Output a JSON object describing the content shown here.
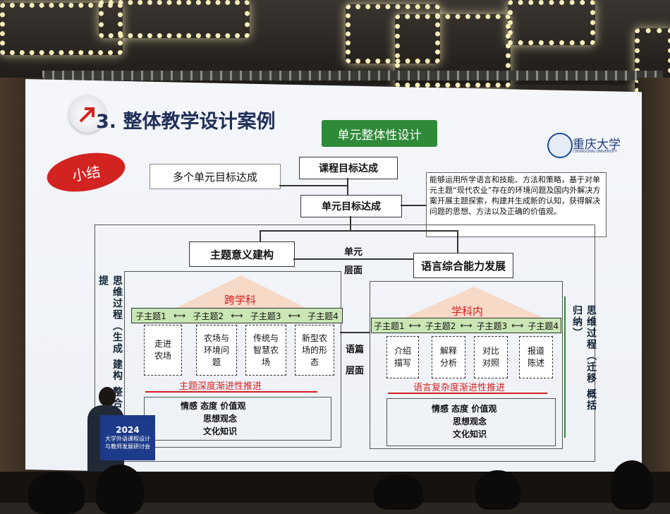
{
  "slide": {
    "title": "3. 整体教学设计案例",
    "subtitle": "单元整体性设计",
    "summary": "小结",
    "logo_cn": "重庆大学",
    "logo_en": "CHONGQING UNIVERSITY"
  },
  "diagram": {
    "course_goal": "课程目标达成",
    "multi_unit": "多个单元目标达成",
    "unit_goal": "单元目标达成",
    "note": "能够运用所学语言和技能、方法和策略，基于对单元主题“现代农业”存在的环境问题及国内外解决方案开展主题探索，构建并生成新的认知，获得解决问题的思想、方法以及正确的价值观。",
    "theme_meaning": "主题意义建构",
    "language_ability": "语言综合能力发展",
    "unit_level_1": "单元",
    "unit_level_2": "层面",
    "text_level_1": "语篇",
    "text_level_2": "层面",
    "left_tri": "跨学科",
    "right_tri": "学科内",
    "left_subs": [
      "子主题1",
      "子主题2",
      "子主题3",
      "子主题4"
    ],
    "right_subs": [
      "子主题1",
      "子主题2",
      "子主题3",
      "子主题4"
    ],
    "left_cols": [
      "走进\n农场",
      "农场与\n环境问\n题",
      "传统与\n智慧农\n场",
      "新型农\n场的形\n态"
    ],
    "right_cols": [
      "介绍\n描写",
      "解释\n分析",
      "对比\n对照",
      "报道\n陈述"
    ],
    "left_progress": "主题深度渐进性推进",
    "right_progress": "语言复杂度渐进性推进",
    "values_1": "情感   态度   价值观",
    "values_2": "思想观念",
    "values_3": "文化知识",
    "left_vertical": "思维过程（生成 建构 整合 提",
    "right_vertical": "思维过程（迁移 概括 归纳）"
  },
  "podium": {
    "line1": "2024",
    "line2": "大学外语课程设计",
    "line3": "与教师发展研讨会"
  }
}
